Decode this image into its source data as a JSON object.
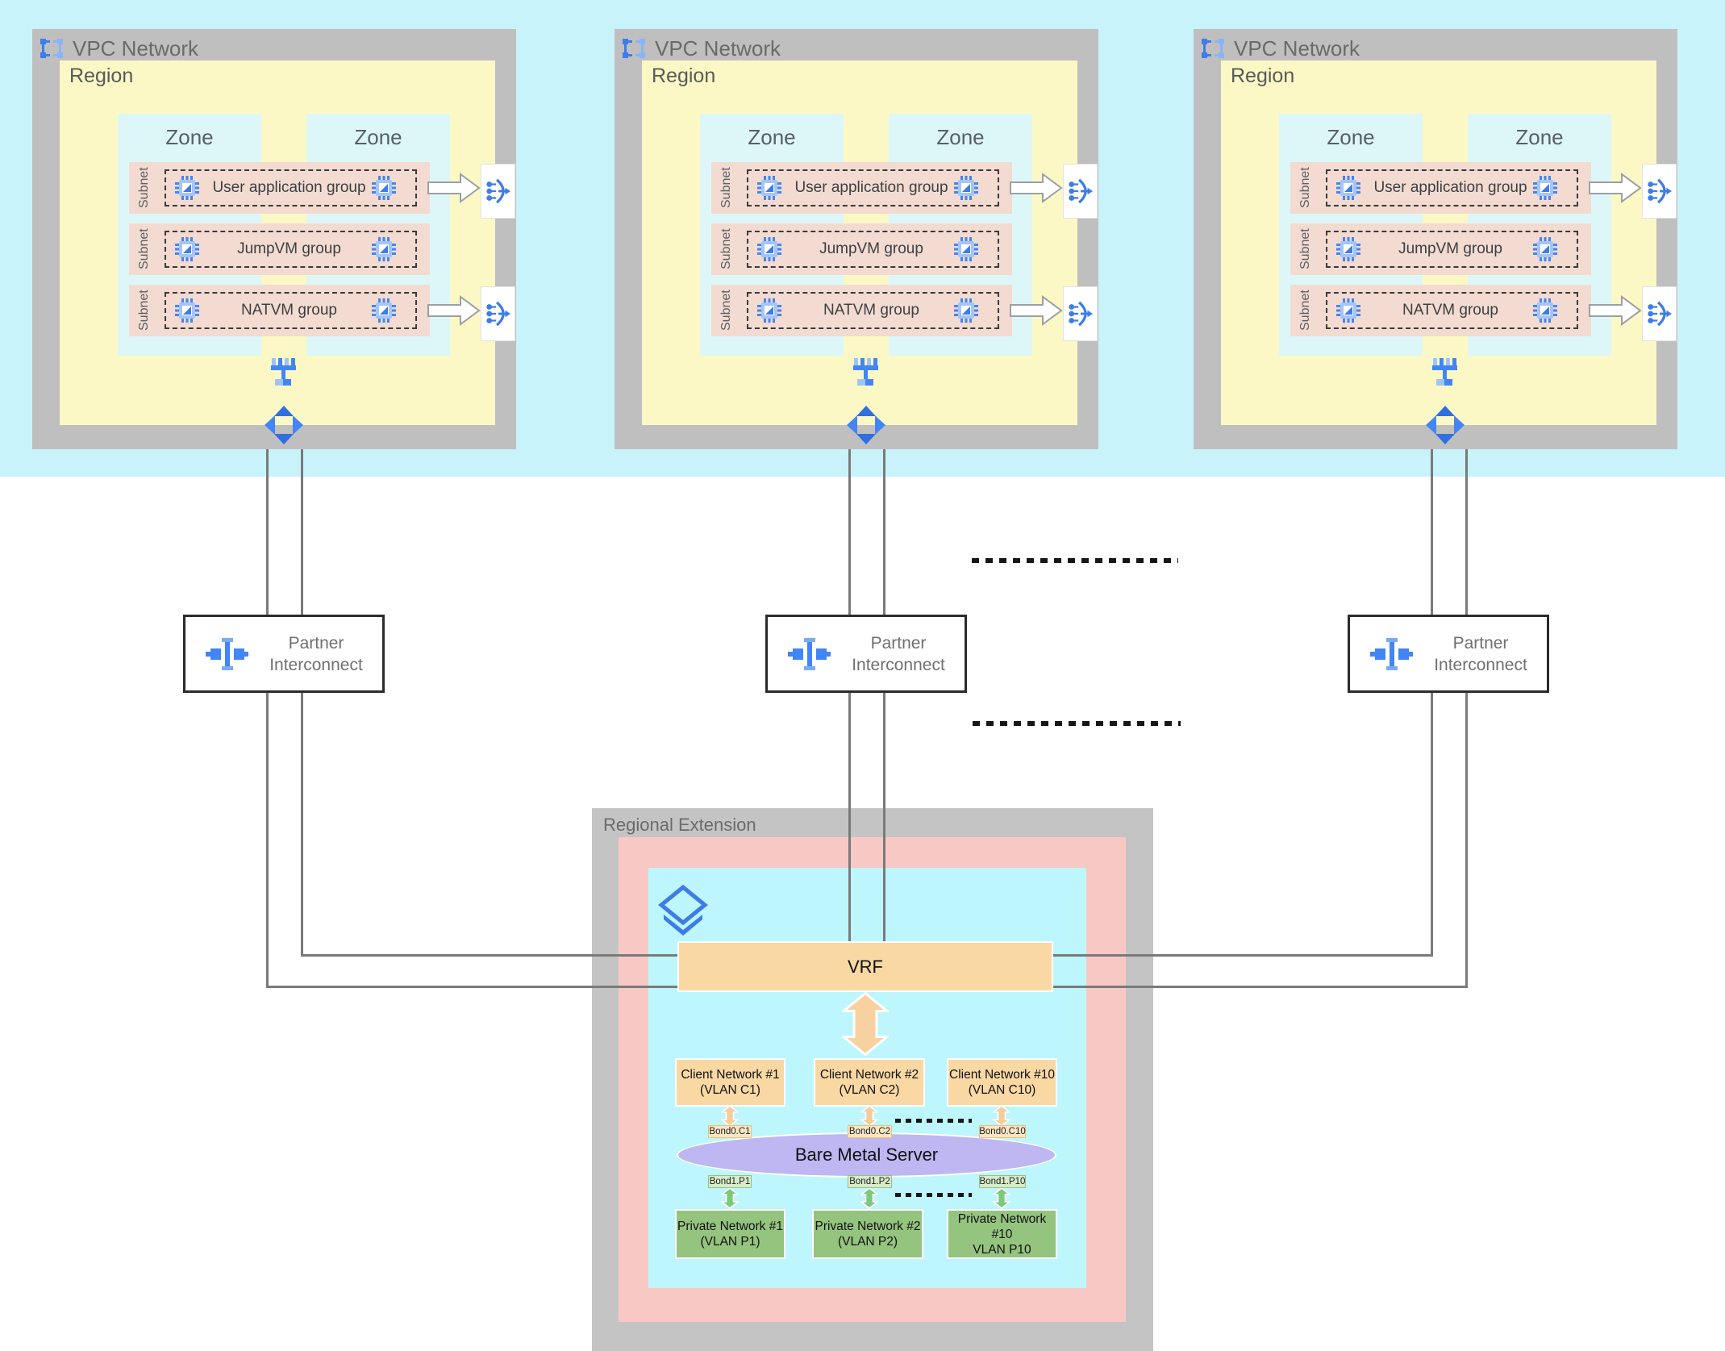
{
  "vpc_network": {
    "title": "VPC Network",
    "region_label": "Region",
    "zone_label": "Zone",
    "subnet_label": "Subnet",
    "groups": [
      "User application group",
      "JumpVM group",
      "NATVM group"
    ]
  },
  "partner_interconnect": {
    "label_line1": "Partner",
    "label_line2": "Interconnect"
  },
  "regional_extension": {
    "title": "Regional Extension",
    "vrf_label": "VRF",
    "server_label": "Bare Metal Server",
    "columns": [
      {
        "client_line1": "Client Network #1",
        "client_line2": "(VLAN C1)",
        "bond0": "Bond0.C1",
        "bond1": "Bond1.P1",
        "private_line1": "Private Network #1",
        "private_line2": "(VLAN P1)",
        "private_line3": ""
      },
      {
        "client_line1": "Client Network #2",
        "client_line2": "(VLAN C2)",
        "bond0": "Bond0.C2",
        "bond1": "Bond1.P2",
        "private_line1": "Private Network #2",
        "private_line2": "(VLAN P2)",
        "private_line3": ""
      },
      {
        "client_line1": "Client Network #10",
        "client_line2": "(VLAN C10)",
        "bond0": "Bond0.C10",
        "bond1": "Bond1.P10",
        "private_line1": "Private Network",
        "private_line2": "#10",
        "private_line3": "VLAN P10"
      }
    ]
  },
  "icons": [
    "vpc-network-icon",
    "vm-instance-icon",
    "load-balancer-icon",
    "network-switch-icon",
    "move-arrows-icon",
    "partner-interconnect-icon",
    "layers-icon",
    "flow-arrow-icon",
    "up-down-arrow-icon"
  ],
  "colors": {
    "band_cyan": "#c9f3fb",
    "vpc_gray": "#bfbfbf",
    "region_yellow": "#fbf8c5",
    "zone_cyan": "#ddf7f8",
    "subnet_pink": "#f3dbd1",
    "re_pink": "#f8c8c5",
    "re_cyan": "#bdf6fd",
    "orange": "#f9d8a4",
    "purple": "#beb7f1",
    "green": "#95c47f",
    "blue_dark": "#3e7ce8",
    "blue_light": "#8ab4f8",
    "connector_gray": "#7a7a7a"
  }
}
